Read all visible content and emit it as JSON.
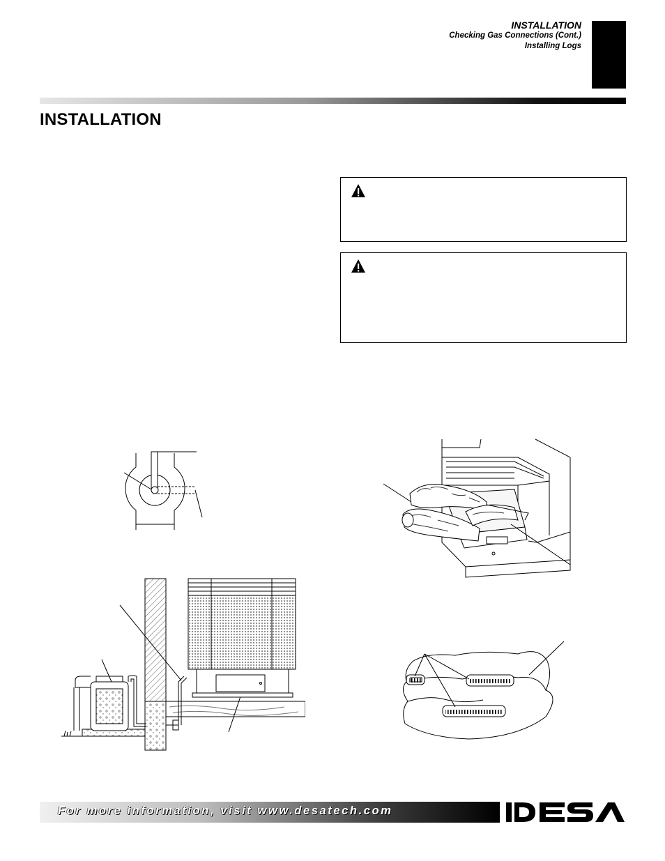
{
  "header": {
    "section": "INSTALLATION",
    "line1": "Checking Gas Connections (Cont.)",
    "line2": "Installing Logs"
  },
  "page_title": "INSTALLATION",
  "warnings": [
    {
      "icon": "warning-triangle-icon"
    },
    {
      "icon": "warning-triangle-icon"
    }
  ],
  "figures": [
    {
      "icon": "gas-valve-diagram"
    },
    {
      "icon": "gas-meter-connection-diagram"
    },
    {
      "icon": "log-set-installation-diagram"
    },
    {
      "icon": "log-burner-top-view-diagram"
    }
  ],
  "footer": {
    "text": "For more information, visit www.desatech.com",
    "logo": "DESA"
  }
}
